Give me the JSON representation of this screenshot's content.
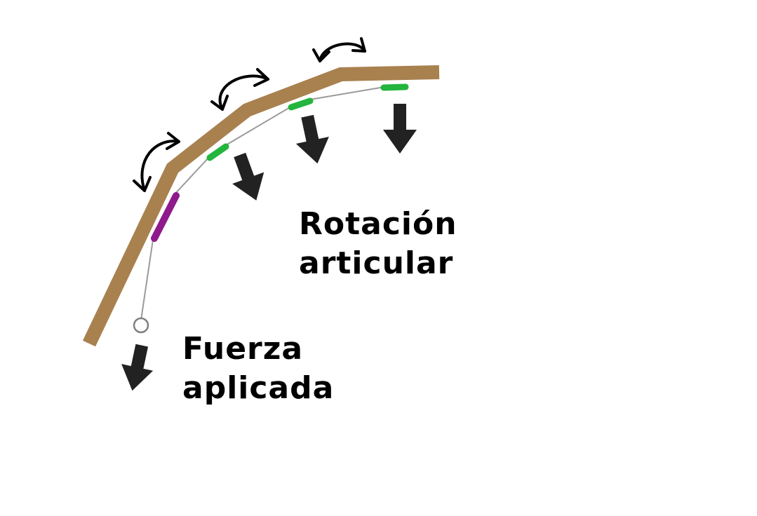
{
  "labels": {
    "rotation": [
      "Rotación",
      "articular"
    ],
    "force": [
      "Fuerza",
      "aplicada"
    ]
  },
  "colors": {
    "rod": "#a8814f",
    "active_segment": "#8e1a8c",
    "guide": "#23b53e",
    "arrow": "#222222",
    "thread": "#9a9a9a",
    "rotation_arrow": "#000000"
  },
  "icons": {
    "load_arrows": "down-arrow-icon",
    "rotation_arrows": "rotate-arrow-icon",
    "force_point": "circle-icon"
  }
}
